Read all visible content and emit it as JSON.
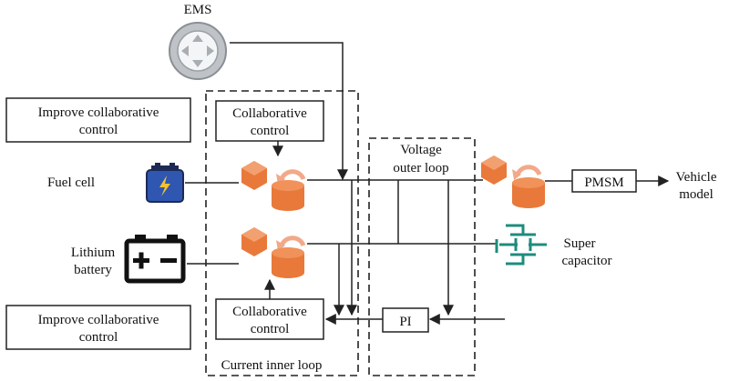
{
  "ems": {
    "label": "EMS"
  },
  "left_boxes": {
    "top": {
      "line1": "Improve collaborative",
      "line2": "control"
    },
    "bottom": {
      "line1": "Improve collaborative",
      "line2": "control"
    }
  },
  "collab_boxes": {
    "top": {
      "line1": "Collaborative",
      "line2": "control"
    },
    "bottom": {
      "line1": "Collaborative",
      "line2": "control"
    }
  },
  "sources": {
    "fuel_cell": "Fuel cell",
    "lithium_line1": "Lithium",
    "lithium_line2": "battery",
    "super_line1": "Super",
    "super_line2": "capacitor"
  },
  "loops": {
    "voltage_line1": "Voltage",
    "voltage_line2": "outer loop",
    "current": "Current inner loop"
  },
  "blocks": {
    "pi": "PI",
    "pmsm": "PMSM"
  },
  "vehicle": {
    "line1": "Vehicle",
    "line2": "model"
  },
  "colors": {
    "converter_orange": "#E8793A",
    "battery_blue": "#2F56B0",
    "supercap_teal": "#1E8C7E",
    "line": "#222222"
  }
}
